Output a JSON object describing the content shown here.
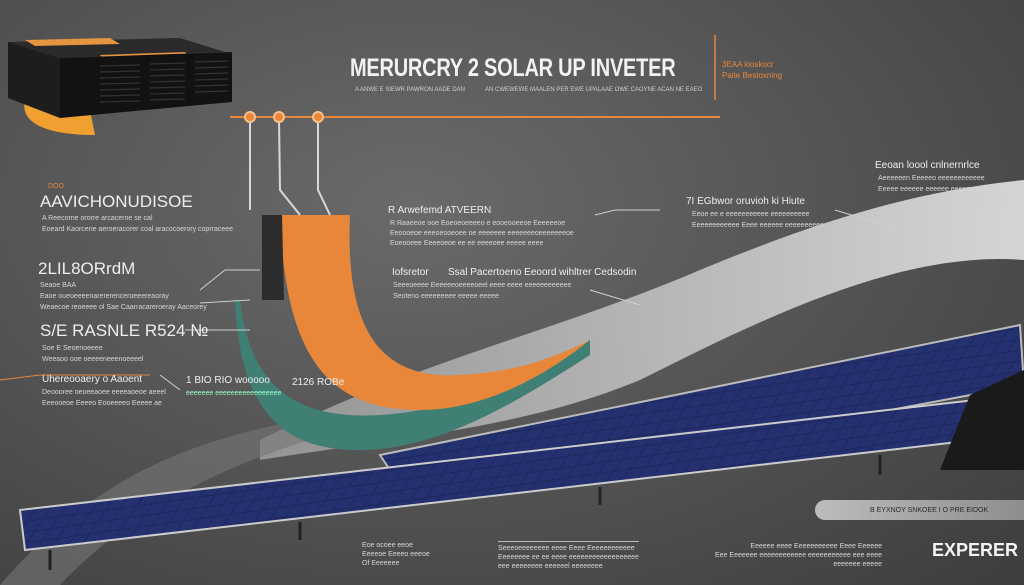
{
  "title": "MERURCRY 2 SOLAR UP INVETER",
  "title_sub_left": "A ANWE E SIEWR PAWRON AADE DAN",
  "title_sub_right": "AN CWEWEWE MAALEN PER EWE UPALAAE OWE CAOYNE ACAN NE EAEO",
  "top_right": {
    "line1": "3EAA kioskocr",
    "line2": "Paite Bestoxning"
  },
  "left_blocks": [
    {
      "tag": "DOO",
      "heading": "AAVICHONUDISOE",
      "lines": [
        "A Reecorne ororre arcacerne se cal",
        "Eoeard Kaorcene aeroeracorer coal aracocoerory coprraceee"
      ]
    },
    {
      "heading": "2LIL8ORrdM",
      "lines": [
        "Seaoe BAA",
        "Eaoe oueoeeeenarererenceroeeereaoray",
        "Weaecoe reoeeee ol Sae Caarracareroeray Aaceorey"
      ]
    },
    {
      "heading": "S/E RASNLE R524 №",
      "lines": [
        "Soe E Seoenoeeee",
        "Weeaoo ooe oeeeeneeenoeeeel"
      ]
    },
    {
      "heading": "Uhereooaery o Aaoent",
      "lines": [
        "Deoooree oeoeeaoee eeeeaoeoe aeeel",
        "Eeeooeoe Eeeeo Eooeeeeo Eeeee ae"
      ]
    }
  ],
  "mid_small": {
    "heading": "1 BIO RIO wooooo",
    "line": "eeeeeee eeeeeeeeeeeeeeeee",
    "value": "2126 ROBe"
  },
  "center_block_1": {
    "heading": "R Arwefemd ATVEERN",
    "lines": [
      "R Raaeeoe ooe Eoeoeoeeeeo e eooeooeeoe Eeeeeeoe",
      "Eeoooeoe eeeoeooeoee oe eeeeeee eeeeeeeoeeeeeeeoe",
      "Eoeooeee Eeeeoeoe ee ee eeeeoee eeeee eeee"
    ]
  },
  "center_block_2": {
    "tag": "Iofsretor",
    "heading": "Ssal Pacertoeno Eeoord wihltrer Cedsodin",
    "lines": [
      "Seeeoeeee Eeeeeeoeeeeoeel eeee eeee eeeeeeeeeeee",
      "Seoteno eeeeeeeee eeeee eeeee"
    ]
  },
  "right_block_1": {
    "heading": "7I EGbwor oruvioh ki Hiute",
    "lines": [
      "Eeoe ee e eeeeeeeeeee eeeeeeeeee",
      "Eeeeeeeeeeee Eeee eeeeee eeeeeeeeee"
    ]
  },
  "right_block_2": {
    "heading": "Eeoan loool cnlnernrlce",
    "lines": [
      "Aeeeeeen Eeeeeo eeeeeeeeeeee",
      "Eeeee eeeeee eeeeee eeeeee eeeee eeeee Ee"
    ]
  },
  "pill_label": "B EYXNOY SNKOEE I O PRE EIDOK",
  "bottom_notes": [
    {
      "lines": [
        "Eoe ocoee eeoe",
        "Eeeeoe Eeeeo eeeoe",
        "Of Eeeeeee"
      ]
    },
    {
      "lines": [
        "Seeeoeeeeeeee eeee Eeee Eeeeeeeeeeee",
        "Eeeeeeee ee ee eeee eeeeeeeeeeeeeeeeee",
        "eee eeeeeeee eeeeeel eeeeeeee"
      ]
    },
    {
      "lines": [
        "Eeeeee eeee Eeeeeeeeeee Eeee Eeeeee",
        "Eee Eeeeeee eeeeeeeeeeee eeeeeeeeeee eee eeee",
        "eeeeeee eeeee"
      ]
    }
  ],
  "logo": "EXPERER",
  "colors": {
    "accent": "#e8873a",
    "teal": "#3f7f74",
    "panel": "#1b2350",
    "background": "#565656"
  }
}
